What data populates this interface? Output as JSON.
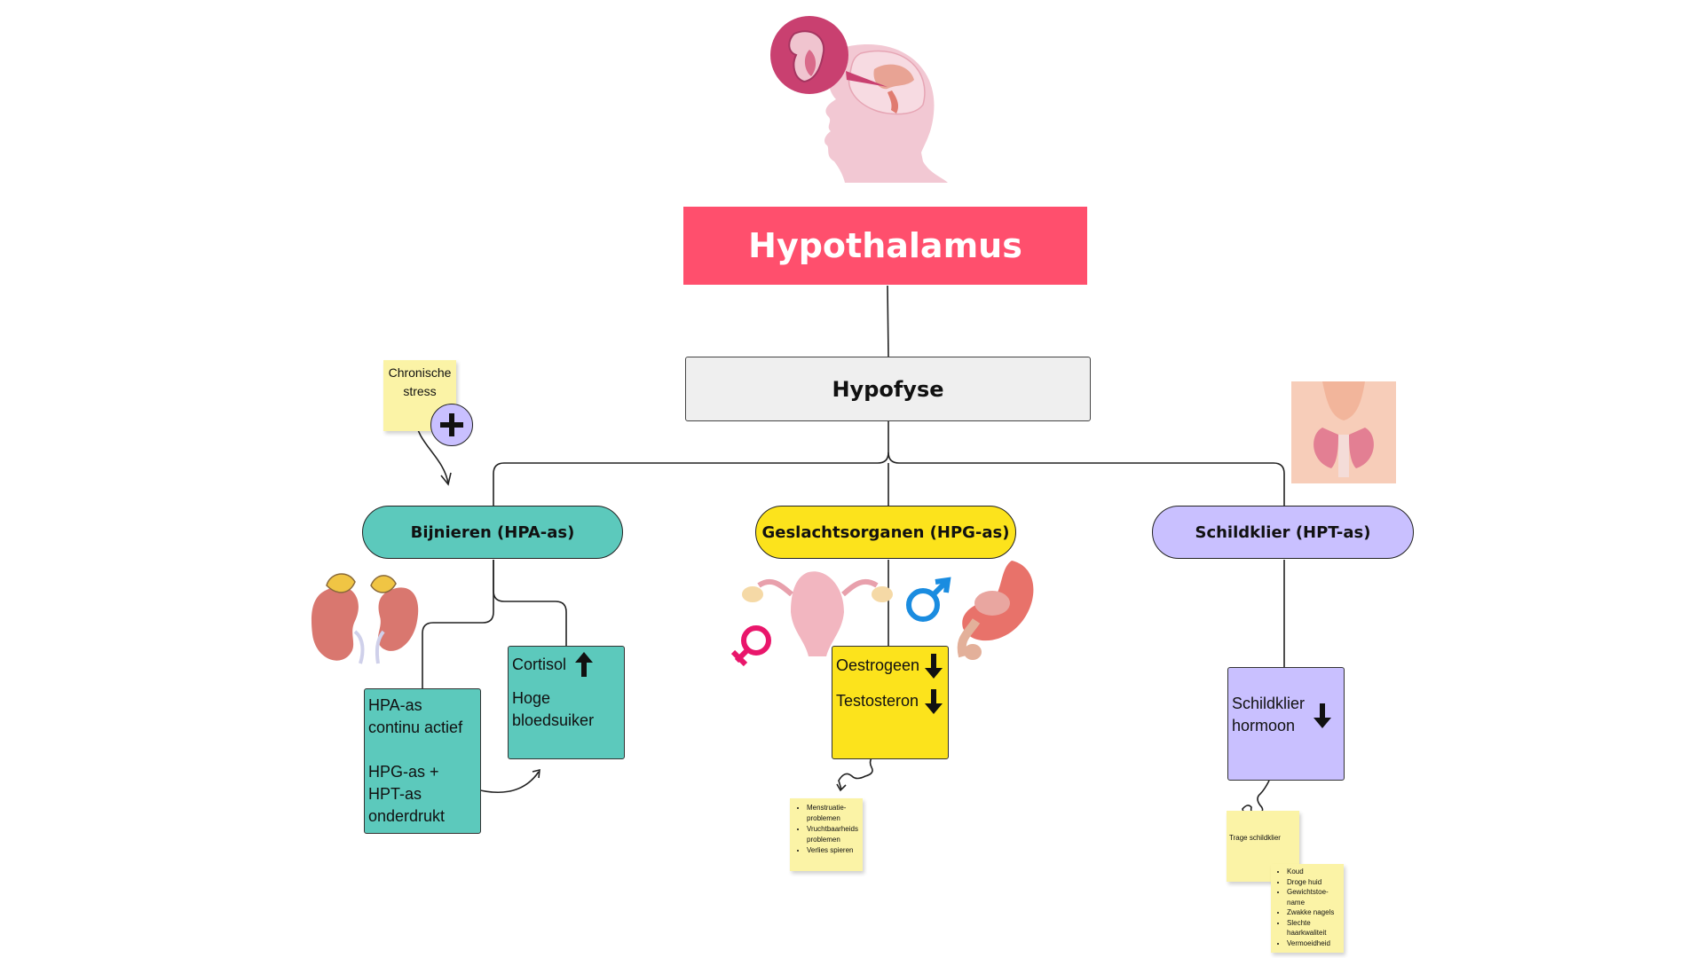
{
  "title": "Hypothalamus",
  "pituitary": "Hypofyse",
  "axes": {
    "hpa": "Bijnieren (HPA-as)",
    "hpg": "Geslachtsorganen (HPG-as)",
    "hpt": "Schildklier (HPT-as)"
  },
  "stress_note": {
    "line1": "Chronische",
    "line2": "stress"
  },
  "hpa_card": {
    "line1": "HPA-as",
    "line2": "continu actief",
    "line3": "HPG-as +",
    "line4": "HPT-as",
    "line5": "onderdrukt"
  },
  "cortisol_card": {
    "cortisol": "Cortisol",
    "line1": "Hoge",
    "line2": "bloedsuiker"
  },
  "hormone_card": {
    "estrogen": "Oestrogeen",
    "testosterone": "Testosteron"
  },
  "hpg_note": {
    "items": [
      "Menstruatie-problemen",
      "Vruchtbaarheids problemen",
      "Verlies spieren"
    ]
  },
  "thyroid_card": {
    "line1": "Schildklier",
    "line2": "hormoon"
  },
  "thyroid_note": {
    "title": "Trage schildklier",
    "items": [
      "Koud",
      "Droge huid",
      "Gewichtstoe-name",
      "Zwakke nagels",
      "Slechte haarkwaliteit",
      "Vermoeidheid"
    ]
  },
  "colors": {
    "title_bg": "#ff4f6d",
    "pituitary_bg": "#efefef",
    "teal": "#5cc9bc",
    "yellow": "#fce31c",
    "lavender": "#c9c0ff",
    "sticky": "#fbf3a6",
    "female": "#e9166b",
    "male": "#1a8ce0"
  }
}
